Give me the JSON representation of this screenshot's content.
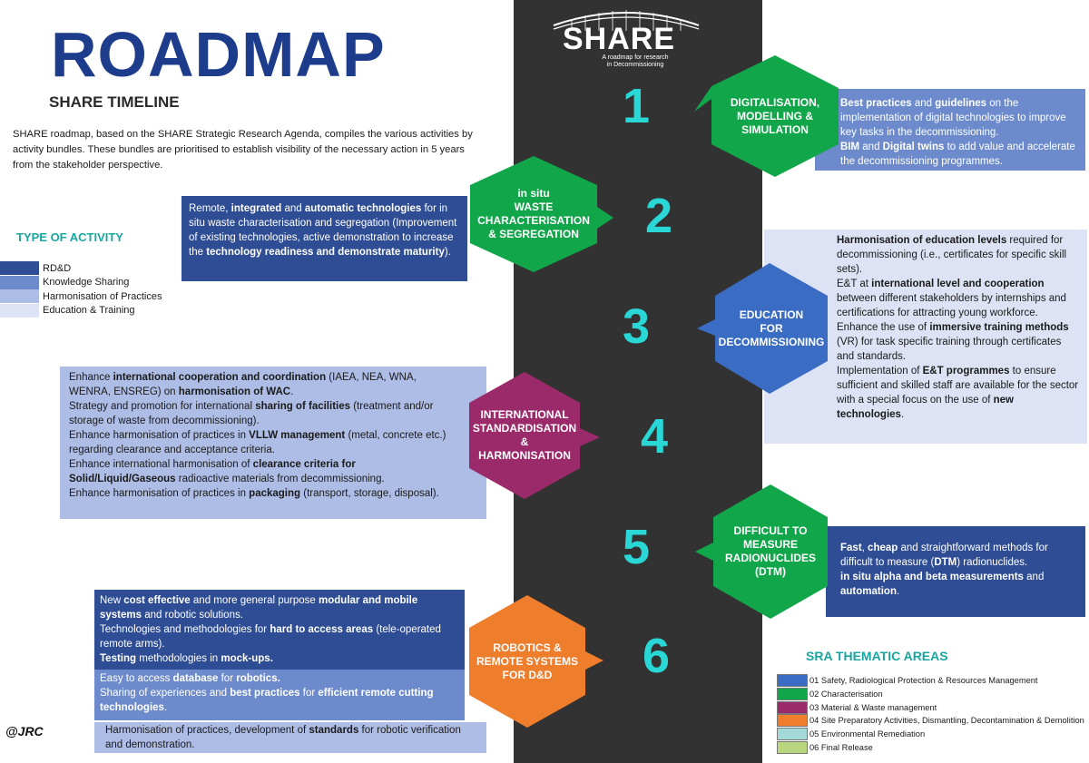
{
  "header": {
    "title": "ROADMAP",
    "subtitle": "SHARE TIMELINE",
    "intro": "SHARE roadmap, based on the SHARE Strategic Research Agenda, compiles the various activities by activity bundles. These bundles are prioritised to establish visibility of the necessary action in 5 years from the stakeholder perspective."
  },
  "logo": {
    "name": "SHARE",
    "tagline": "A roadmap for research in Decommissioning"
  },
  "activity_legend": {
    "title": "TYPE OF ACTIVITY",
    "items": [
      {
        "label": "RD&D",
        "color": "#2e4d94"
      },
      {
        "label": "Knowledge Sharing",
        "color": "#6d8bcc"
      },
      {
        "label": "Harmonisation of Practices",
        "color": "#aebde6"
      },
      {
        "label": "Education & Training",
        "color": "#dde3f4"
      }
    ]
  },
  "steps": [
    {
      "number": "1",
      "hex_label": [
        "DIGITALISATION,",
        "MODELLING &",
        "SIMULATION"
      ],
      "hex_color": "#12a64b",
      "boxes": [
        {
          "color": "#6d8bcc",
          "html": "<b>Best practices</b> and <b>guidelines</b> on the implementation of digital technologies to improve key tasks in the decommissioning.<br><b>BIM</b> and <b>Digital twins</b> to add value and accelerate the decommissioning programmes."
        }
      ]
    },
    {
      "number": "2",
      "hex_label": [
        "in situ",
        "WASTE",
        "CHARACTERISATION",
        "& SEGREGATION"
      ],
      "hex_color": "#12a64b",
      "boxes": [
        {
          "color": "#2e4d94",
          "html": "Remote, <b>integrated</b> and <b>automatic technologies</b> for in situ waste characterisation and segregation (Improvement of existing technologies, active demonstration to increase the <b>technology readiness and demonstrate maturity</b>)."
        }
      ]
    },
    {
      "number": "3",
      "hex_label": [
        "EDUCATION",
        "FOR",
        "DECOMMISSIONING"
      ],
      "hex_color": "#3a6cc4",
      "boxes": [
        {
          "color": "#dde3f4",
          "html": "<b>Harmonisation of education levels</b> required for decommissioning (i.e., certificates for specific skill sets).<br>E&amp;T at <b>international level and cooperation</b> between different stakeholders by internships and certifications for attracting young workforce.<br>Enhance the use of <b>immersive training methods</b> (VR) for task specific training through certificates and standards.<br>Implementation of <b>E&amp;T programmes</b> to ensure sufficient and skilled staff are available for the sector with a special focus on the use of <b>new technologies</b>."
        }
      ]
    },
    {
      "number": "4",
      "hex_label": [
        "INTERNATIONAL",
        "STANDARDISATION",
        "&",
        "HARMONISATION"
      ],
      "hex_color": "#9b2a6a",
      "boxes": [
        {
          "color": "#aebde6",
          "html": "Enhance <b>international cooperation and coordination</b> (IAEA, NEA, WNA, WENRA, ENSREG) on <b>harmonisation of WAC</b>.<br>Strategy and promotion for international <b>sharing of facilities</b> (treatment and/or storage of waste from decommissioning).<br>Enhance harmonisation of practices in <b>VLLW management</b> (metal, concrete etc.) regarding clearance and acceptance criteria.<br>Enhance international harmonisation of <b>clearance criteria for Solid/Liquid/Gaseous</b> radioactive materials from decommissioning.<br>Enhance harmonisation of practices in <b>packaging</b> (transport, storage, disposal)."
        }
      ]
    },
    {
      "number": "5",
      "hex_label": [
        "DIFFICULT TO",
        "MEASURE",
        "RADIONUCLIDES",
        "(DTM)"
      ],
      "hex_color": "#12a64b",
      "boxes": [
        {
          "color": "#2e4d94",
          "html": "<b>Fast</b>, <b>cheap</b> and straightforward methods for difficult to measure (<b>DTM</b>) radionuclides.<br><b>in situ alpha and beta measurements</b> and <b>automation</b>."
        }
      ]
    },
    {
      "number": "6",
      "hex_label": [
        "ROBOTICS &",
        "REMOTE SYSTEMS",
        "FOR D&D"
      ],
      "hex_color": "#ee7d2c",
      "boxes": [
        {
          "color": "#2e4d94",
          "html": "New <b>cost effective</b> and more general purpose <b>modular and mobile systems</b> and robotic solutions.<br>Technologies and methodologies for <b>hard to access areas</b> (tele-operated remote arms).<br><b>Testing</b> methodologies in <b>mock-ups.</b>"
        },
        {
          "color": "#6d8bcc",
          "html": "Easy to access <b>database</b> for <b>robotics.</b><br>Sharing of experiences and <b>best practices</b> for <b>efficient remote cutting technologies</b>."
        },
        {
          "color": "#aebde6",
          "html": "Harmonisation of practices, development of <b>standards</b> for robotic verification and demonstration."
        }
      ]
    }
  ],
  "sra_legend": {
    "title": "SRA THEMATIC AREAS",
    "items": [
      {
        "label": "01 Safety, Radiological Protection & Resources Management",
        "color": "#3a6cc4"
      },
      {
        "label": "02 Characterisation",
        "color": "#12a64b"
      },
      {
        "label": "03 Material & Waste management",
        "color": "#9b2a6a"
      },
      {
        "label": "04 Site Preparatory Activities, Dismantling, Decontamination & Demolition",
        "color": "#ee7d2c"
      },
      {
        "label": "05 Environmental Remediation",
        "color": "#a3d9d6"
      },
      {
        "label": "06 Final Release",
        "color": "#b7d67e"
      }
    ]
  },
  "credit": "@JRC"
}
